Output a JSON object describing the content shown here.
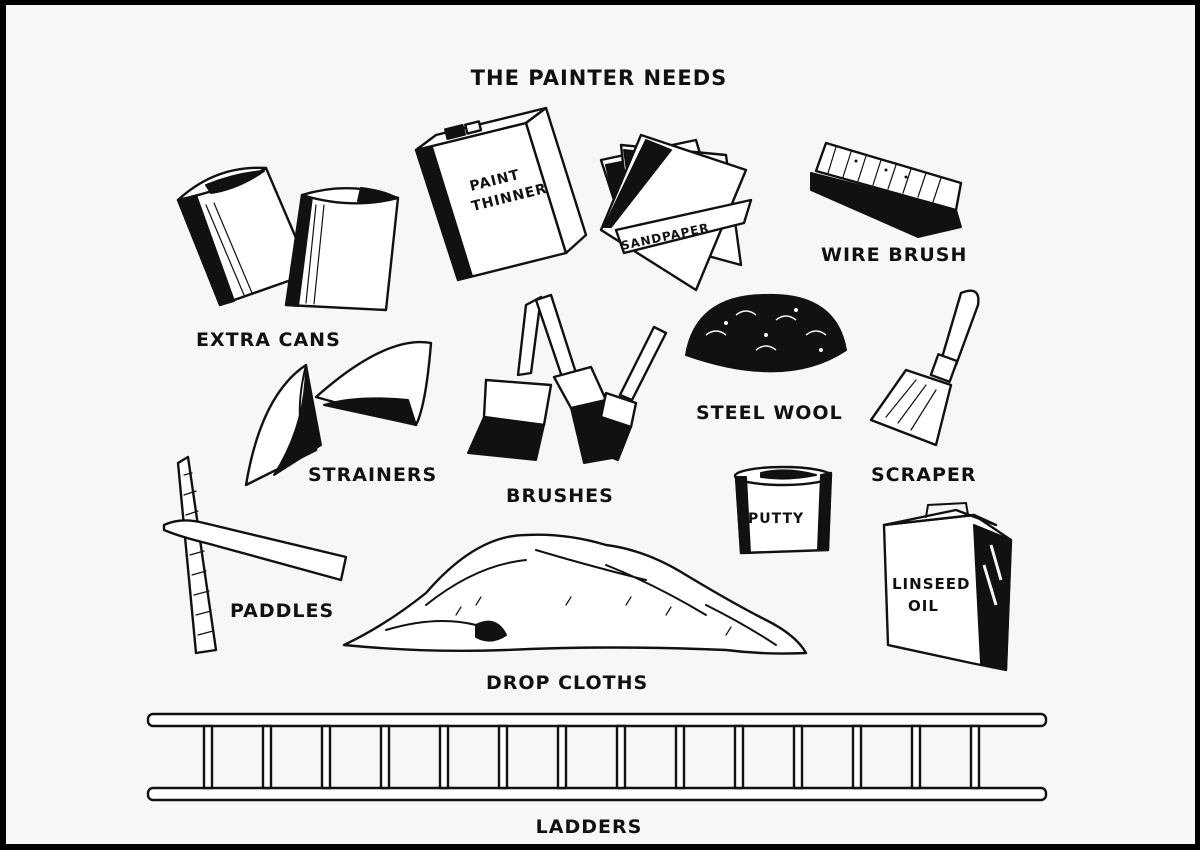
{
  "title": "THE PAINTER NEEDS",
  "items": {
    "extra_cans": "EXTRA CANS",
    "paint_thinner_can_text": "PAINT THINNER",
    "sandpaper_text": "SANDPAPER",
    "wire_brush": "WIRE BRUSH",
    "strainers": "STRAINERS",
    "brushes": "BRUSHES",
    "steel_wool": "STEEL WOOL",
    "scraper": "SCRAPER",
    "putty_can_text": "PUTTY",
    "linseed_oil_can_text": "LINSEED OIL",
    "paddles": "PADDLES",
    "drop_cloths": "DROP CLOTHS",
    "ladders": "LADDERS"
  }
}
